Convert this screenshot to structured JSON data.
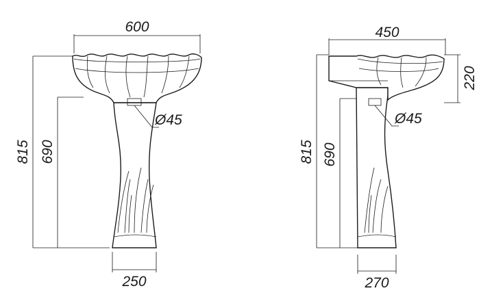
{
  "front_view": {
    "width_top": "600",
    "height_total": "815",
    "height_pedestal": "690",
    "drain_diameter": "Ø45",
    "base_width": "250"
  },
  "side_view": {
    "depth_top": "450",
    "bowl_height": "220",
    "height_total": "815",
    "height_pedestal": "690",
    "drain_diameter": "Ø45",
    "base_depth": "270"
  }
}
